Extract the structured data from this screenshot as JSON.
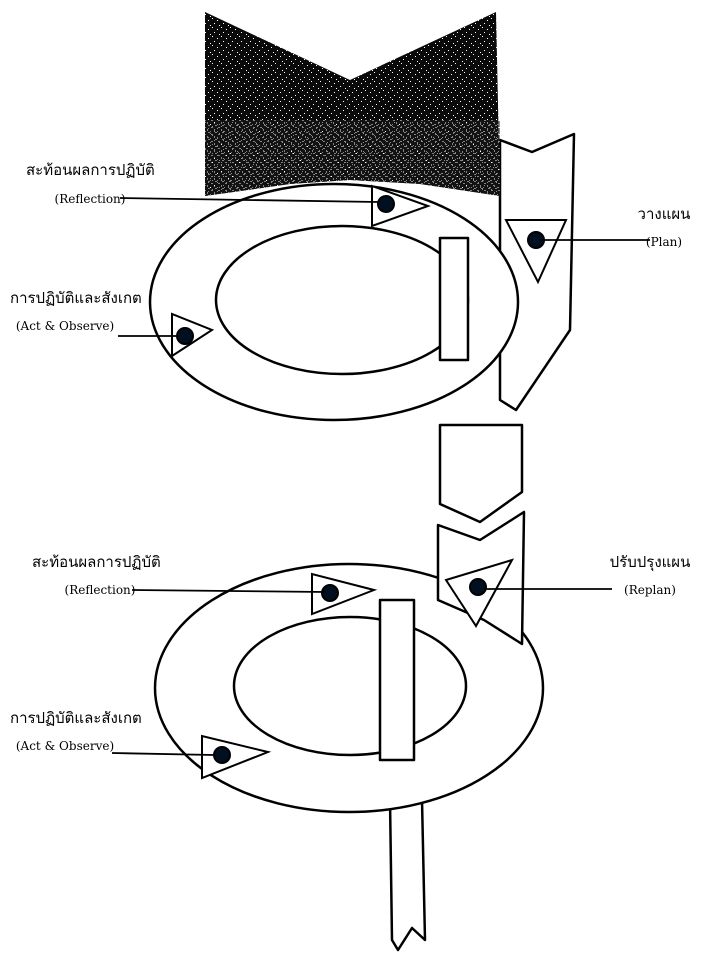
{
  "cycle1": {
    "reflection": {
      "th": "สะท้อนผลการปฏิบัติ",
      "en": "(Reflection)"
    },
    "act_observe": {
      "th": "การปฏิบัติและสังเกต",
      "en": "(Act & Observe)"
    },
    "plan": {
      "th": "วางแผน",
      "en": "(Plan)"
    }
  },
  "cycle2": {
    "reflection": {
      "th": "สะท้อนผลการปฏิบัติ",
      "en": "(Reflection)"
    },
    "act_observe": {
      "th": "การปฏิบัติและสังเกต",
      "en": "(Act & Observe)"
    },
    "replan": {
      "th": "ปรับปรุงแผน",
      "en": "(Replan)"
    }
  }
}
